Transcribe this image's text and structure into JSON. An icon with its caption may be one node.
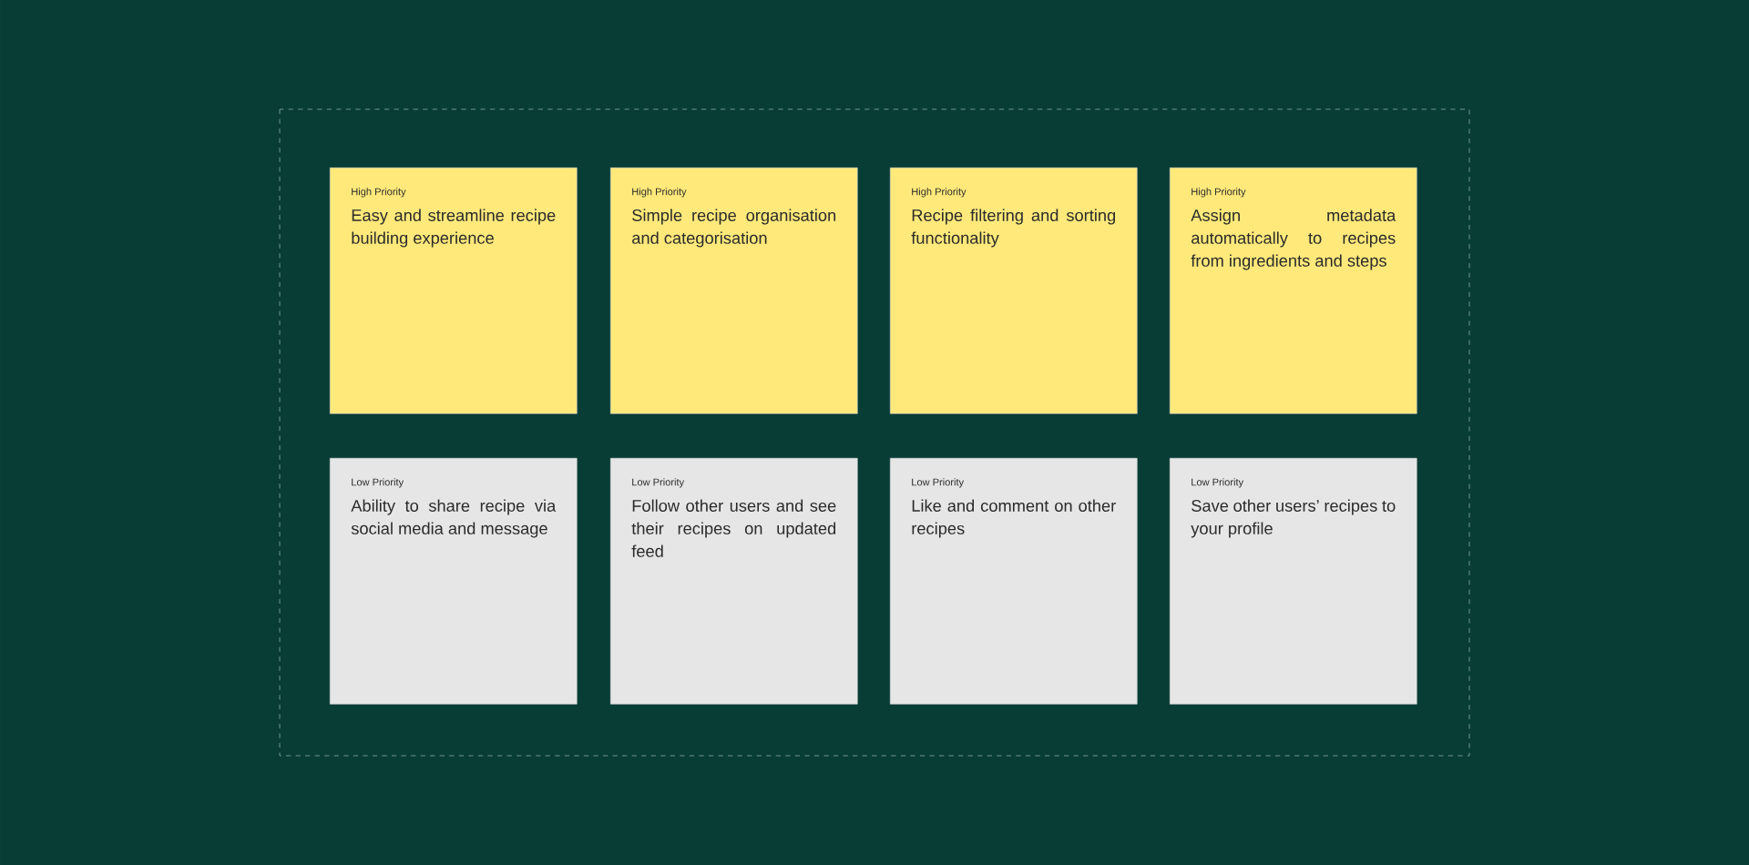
{
  "diagram": {
    "nodes": [
      {
        "text": [
          "High Priority",
          "Easy and streamline recipe building experience"
        ]
      },
      {
        "text": [
          "High Priority",
          "Simple recipe organisation and categorisation"
        ]
      },
      {
        "text": [
          "High Priority",
          "Recipe filtering and sorting functionality"
        ]
      },
      {
        "text": [
          "High Priority",
          "Assign metadata automatically to recipes from ingredients and steps"
        ]
      },
      {
        "text": [
          "Low Priority",
          "Ability to share recipe via social media and message"
        ]
      },
      {
        "text": [
          "Low Priority",
          "Follow other users and see their recipes on updated feed"
        ]
      },
      {
        "text": [
          "Low Priority",
          "Like and comment on other recipes"
        ]
      },
      {
        "text": [
          "Low Priority",
          "Save other users’ recipes to your profile"
        ]
      }
    ]
  }
}
